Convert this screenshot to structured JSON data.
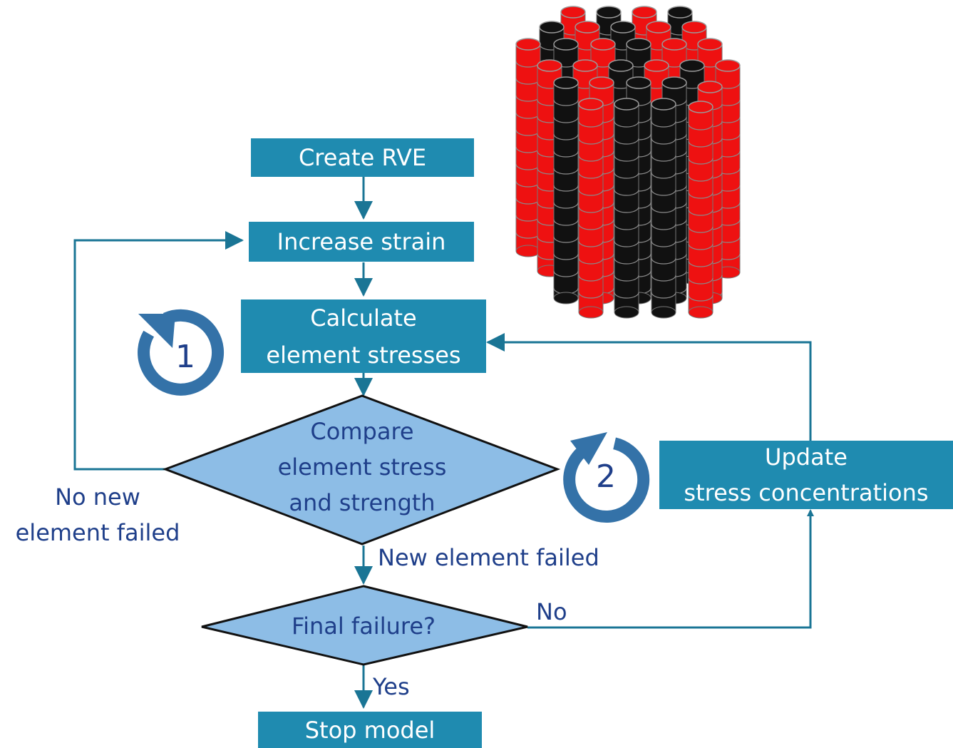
{
  "colors": {
    "box_fill": "#1f8bb0",
    "box_text": "#ffffff",
    "diamond_fill": "#8dbde6",
    "diamond_stroke": "#111111",
    "connector": "#1a7595",
    "label_text": "#1f3f8a",
    "loop_icon": "#3472a8",
    "cylinder_red": "#ee1111",
    "cylinder_black": "#111111"
  },
  "nodes": {
    "create_rve": "Create RVE",
    "increase_strain": "Increase strain",
    "calc_stresses_1": "Calculate",
    "calc_stresses_2": "element stresses",
    "compare_1": "Compare",
    "compare_2": "element stress",
    "compare_3": "and strength",
    "final_failure": "Final failure?",
    "update_1": "Update",
    "update_2": "stress concentrations",
    "stop_model": "Stop model"
  },
  "edge_labels": {
    "no_new_1": "No new",
    "no_new_2": "element failed",
    "new_failed": "New element failed",
    "no": "No",
    "yes": "Yes"
  },
  "loops": [
    {
      "number": "1",
      "icon": "loop-arrow-icon"
    },
    {
      "number": "2",
      "icon": "loop-arrow-icon"
    }
  ],
  "illustration": {
    "icon": "fiber-bundle-rve-icon",
    "colors": [
      "red",
      "black"
    ]
  }
}
